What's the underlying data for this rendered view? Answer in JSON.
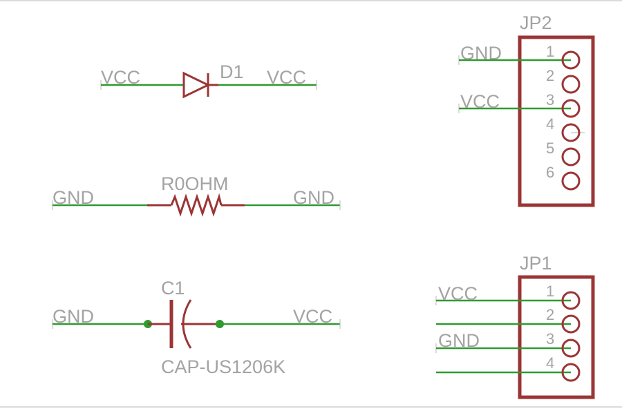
{
  "diode": {
    "left_net": "VCC",
    "name": "D1",
    "right_net": "VCC"
  },
  "resistor": {
    "left_net": "GND",
    "name": "R0OHM",
    "right_net": "GND"
  },
  "capacitor": {
    "left_net": "GND",
    "name": "C1",
    "value": "CAP-US1206K",
    "right_net": "VCC"
  },
  "jp2": {
    "name": "JP2",
    "pins": [
      "1",
      "2",
      "3",
      "4",
      "5",
      "6"
    ],
    "nets": [
      {
        "pin": "1",
        "net": "GND"
      },
      {
        "pin": "3",
        "net": "VCC"
      }
    ]
  },
  "jp1": {
    "name": "JP1",
    "pins": [
      "1",
      "2",
      "3",
      "4"
    ],
    "nets": [
      {
        "pin": "1",
        "net": "VCC"
      },
      {
        "pin": "3",
        "net": "GND"
      }
    ]
  },
  "colors": {
    "wire": "#2f9a2f",
    "symbol": "#9b3535",
    "text": "#a3a3a3",
    "junction": "#2f9a2f"
  }
}
